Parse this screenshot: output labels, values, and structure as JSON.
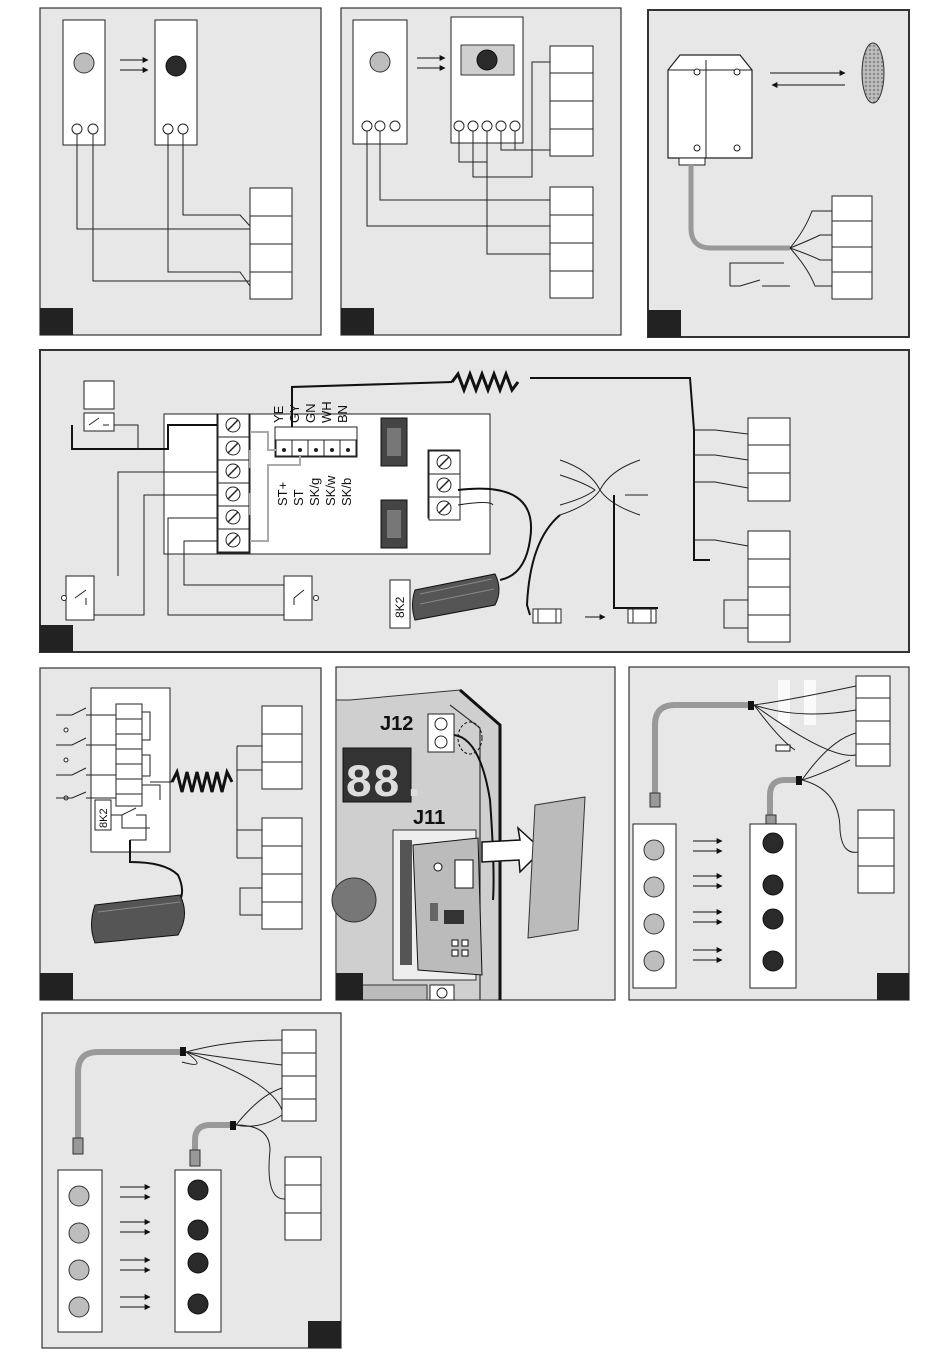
{
  "labels": {
    "wire_ye": "YE",
    "wire_gy": "GY",
    "wire_gn": "GN",
    "wire_wh": "WH",
    "wire_bn": "BN",
    "st_plus": "ST+",
    "st_minus": "ST",
    "sk_g": "SK/g",
    "sk_w": "SK/w",
    "sk_b": "SK/b",
    "resistor_a": "8K2",
    "resistor_b": "8K2",
    "connector_j12": "J12",
    "connector_j11": "J11",
    "display_readout": "88."
  },
  "colors": {
    "panel_bg": "#e7e7e7",
    "badge": "#222222",
    "lens_light": "#bdbdbd",
    "lens_dark": "#2a2a2a"
  }
}
